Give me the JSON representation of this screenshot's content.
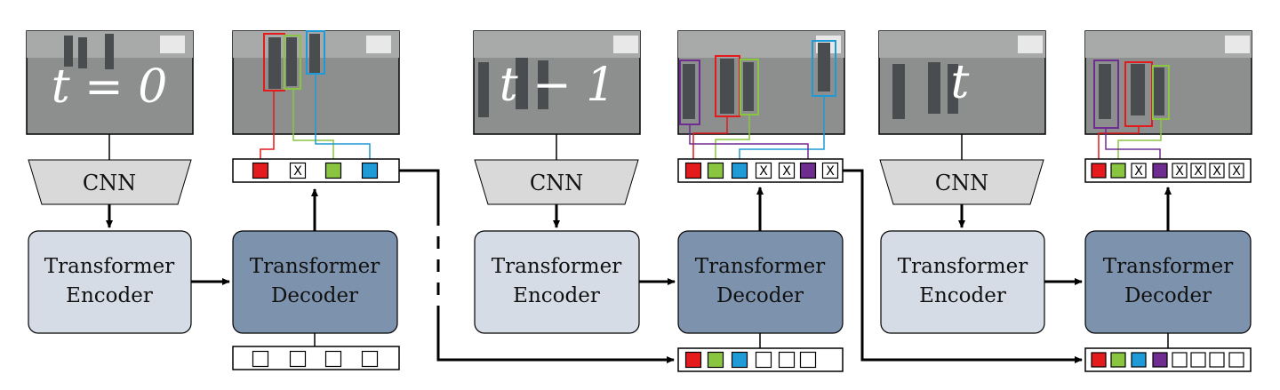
{
  "colors": {
    "red": "#e41a1c",
    "green": "#8ac540",
    "blue": "#1e9ad6",
    "purple": "#6f2c91",
    "encoder_fill": "#d6dce6",
    "decoder_fill": "#7d92ad",
    "cnn_fill": "#d9d9d9",
    "frame_fill": "#8c8f8e"
  },
  "icons": {
    "empty_slot": "empty-square",
    "dropped_slot": "x-square",
    "pedestrian_box": "bounding-box"
  },
  "stages": [
    {
      "frame_label": "t = 0",
      "cnn_label": "CNN",
      "encoder_label": [
        "Transformer",
        "Encoder"
      ],
      "decoder_label": [
        "Transformer",
        "Decoder"
      ],
      "output_queries": [
        "red",
        "x",
        "green",
        "blue"
      ],
      "input_queries": [
        "empty",
        "empty",
        "empty",
        "empty"
      ]
    },
    {
      "frame_label": "t − 1",
      "cnn_label": "CNN",
      "encoder_label": [
        "Transformer",
        "Encoder"
      ],
      "decoder_label": [
        "Transformer",
        "Decoder"
      ],
      "output_queries": [
        "red",
        "green",
        "blue",
        "x",
        "x",
        "purple",
        "x"
      ],
      "input_queries": [
        "red",
        "green",
        "blue",
        "empty",
        "empty",
        "empty"
      ]
    },
    {
      "frame_label": "t",
      "cnn_label": "CNN",
      "encoder_label": [
        "Transformer",
        "Encoder"
      ],
      "decoder_label": [
        "Transformer",
        "Decoder"
      ],
      "output_queries": [
        "red",
        "green",
        "x",
        "purple",
        "x",
        "x",
        "x",
        "x"
      ],
      "input_queries": [
        "red",
        "green",
        "blue",
        "purple",
        "empty",
        "empty",
        "empty",
        "empty"
      ]
    }
  ]
}
